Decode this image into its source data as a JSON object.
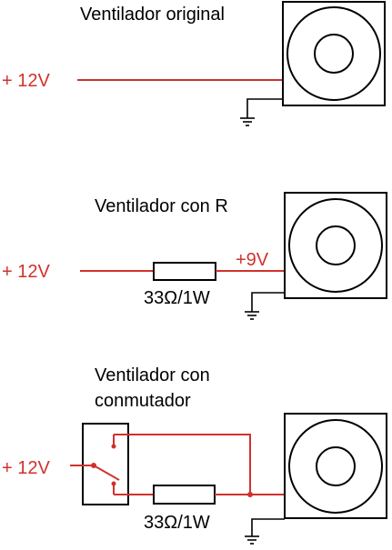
{
  "colors": {
    "wire": "#d0312d",
    "outline": "#000000",
    "background": "#ffffff"
  },
  "diagram": {
    "section_original": {
      "title": "Ventilador original",
      "supply_label": "+ 12V"
    },
    "section_resistor": {
      "title": "Ventilador con R",
      "supply_label": "+ 12V",
      "output_label": "+9V",
      "resistor_label": "33Ω/1W"
    },
    "section_switch": {
      "title_line1": "Ventilador con",
      "title_line2": "conmutador",
      "supply_label": "+ 12V",
      "resistor_label": "33Ω/1W"
    },
    "icons": [
      "fan-icon",
      "ground-icon",
      "resistor-icon",
      "switch-icon"
    ]
  }
}
